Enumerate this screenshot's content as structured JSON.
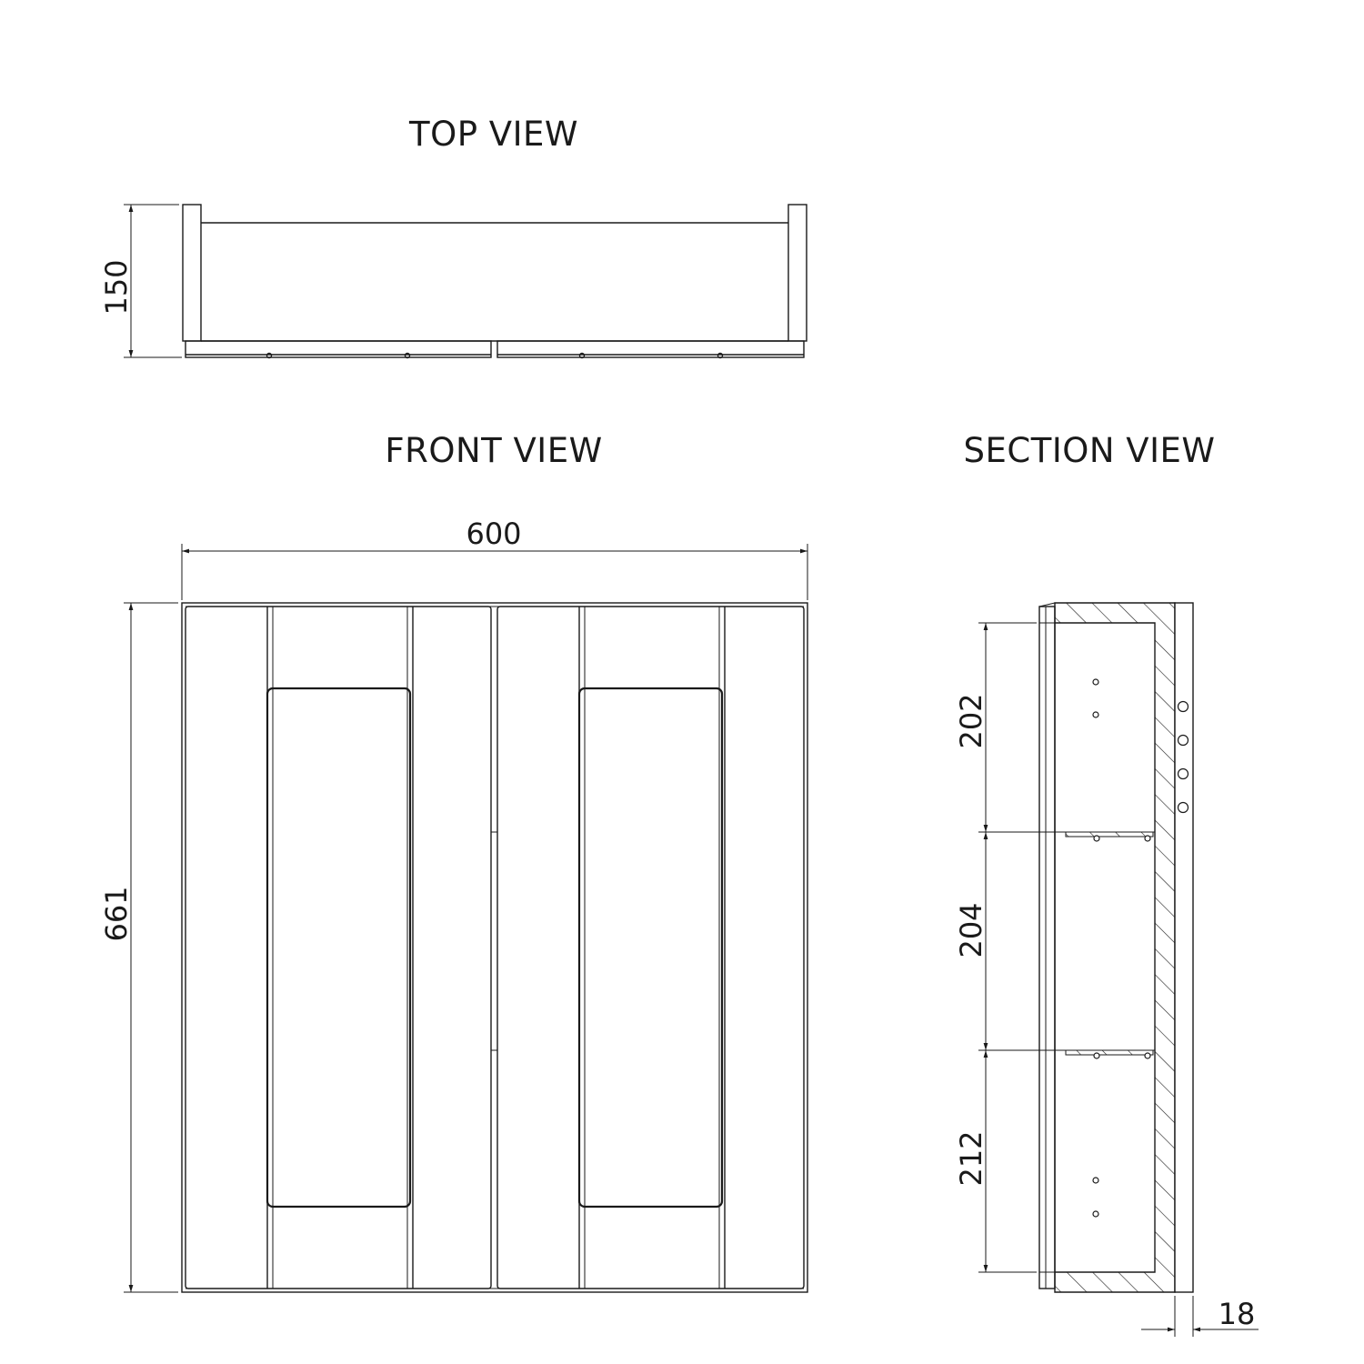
{
  "views": {
    "top_title": "TOP VIEW",
    "front_title": "FRONT VIEW",
    "section_title": "SECTION VIEW"
  },
  "dimensions": {
    "top_depth": "150",
    "front_width": "600",
    "front_height": "661",
    "section_upper": "202",
    "section_middle": "204",
    "section_lower": "212",
    "section_panel": "18"
  },
  "colors": {
    "line": "#1a1a1a",
    "background": "#ffffff"
  }
}
